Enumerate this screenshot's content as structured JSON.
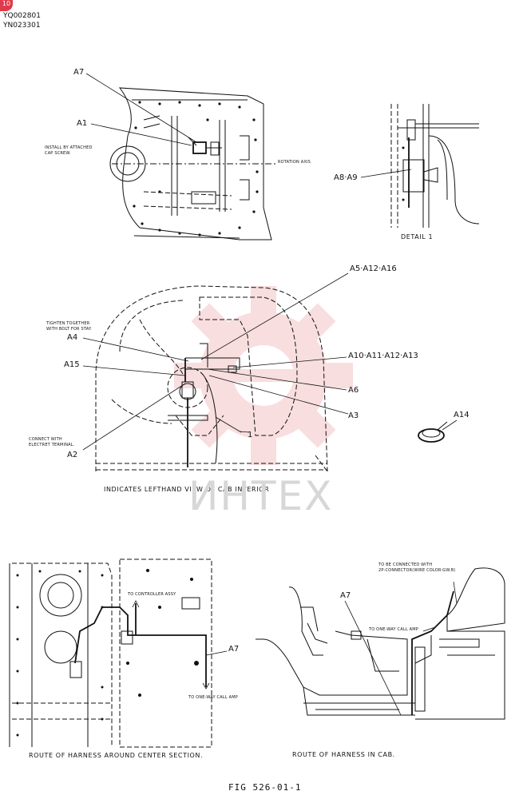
{
  "header": {
    "badge_text": "10",
    "codes": [
      "YQ002801",
      "YN023301"
    ]
  },
  "top_left": {
    "labels": {
      "a7": "A7",
      "a1": "A1"
    },
    "notes": {
      "install_line1": "INSTALL BY ATTACHED",
      "install_line2": "CAP SCREW.",
      "rotation_axis": "ROTATION AXIS"
    }
  },
  "detail": {
    "label": "A8·A9",
    "caption": "DETAIL 1"
  },
  "middle": {
    "labels": {
      "a5": "A5·A12·A16",
      "a4": "A4",
      "a15": "A15",
      "a10": "A10·A11·A12·A13",
      "a6": "A6",
      "a3": "A3",
      "a2": "A2",
      "a14": "A14",
      "pointer_1": "1"
    },
    "notes": {
      "tighten_line1": "TIGHTEN TOGETHER",
      "tighten_line2": "WITH BOLT FOR STAY.",
      "connect_line1": "CONNECT WITH",
      "connect_line2": "ELECTRET TERMINAL."
    },
    "caption": "INDICATES LEFTHAND VIEW OF CAB INTERIOR"
  },
  "watermark": {
    "text": "ИНТЕХ",
    "color": "#e8a0a0"
  },
  "bottom_left": {
    "labels": {
      "a7": "A7"
    },
    "notes": {
      "to_controller": "TO CONTROLLER ASSY",
      "to_call_amp": "TO ONE-WAY CALL AMP"
    },
    "caption": "ROUTE OF HARNESS AROUND CENTER SECTION."
  },
  "bottom_right": {
    "labels": {
      "a7": "A7"
    },
    "notes": {
      "connect_line1": "TO BE CONNECTED WITH",
      "connect_line2": "2P-CONNECTOR(WIRE COLOR:GW.B)",
      "to_call_amp": "TO ONE-WAY CALL AMP"
    },
    "caption": "ROUTE OF HARNESS IN CAB."
  },
  "footer": {
    "figure": "FIG 526-01-1"
  },
  "colors": {
    "ink": "#111111",
    "badge": "#e03a4a",
    "watermark_gear": "#f3c4c4"
  }
}
